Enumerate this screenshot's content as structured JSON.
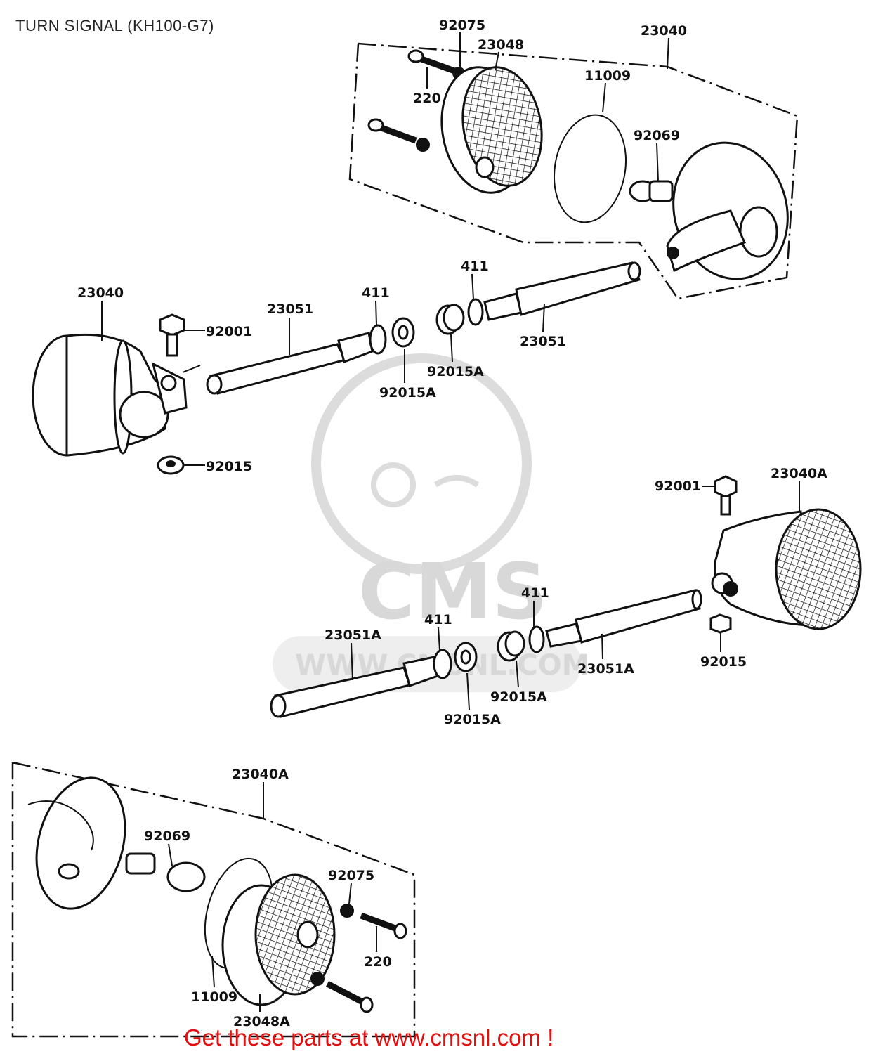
{
  "title": "TURN SIGNAL (KH100-G7)",
  "footer": "Get these parts at www.cmsnl.com !",
  "watermark": {
    "logo_text": "CMS",
    "url_text": "WWW.CMSNL.COM",
    "color": "#d8d8d8"
  },
  "colors": {
    "footer_red": "#e01010",
    "line": "#111111",
    "background": "#ffffff"
  },
  "labels": {
    "top_92075": "92075",
    "top_23048": "23048",
    "top_23040": "23040",
    "top_11009": "11009",
    "top_220": "220",
    "top_92069": "92069",
    "left_23040": "23040",
    "left_92001": "92001",
    "left_23051": "23051",
    "left_411": "411",
    "left_92015A": "92015A",
    "left_92015": "92015",
    "mid_411": "411",
    "mid_92015A": "92015A",
    "mid_23051": "23051",
    "right_92001": "92001",
    "right_23040A": "23040A",
    "low_411a": "411",
    "low_411b": "411",
    "low_23051A_left": "23051A",
    "low_23051A_right": "23051A",
    "low_92015": "92015",
    "low_92015A_a": "92015A",
    "low_92015A_b": "92015A",
    "bot_23040A": "23040A",
    "bot_92069": "92069",
    "bot_92075": "92075",
    "bot_220": "220",
    "bot_11009": "11009",
    "bot_23048A": "23048A"
  }
}
